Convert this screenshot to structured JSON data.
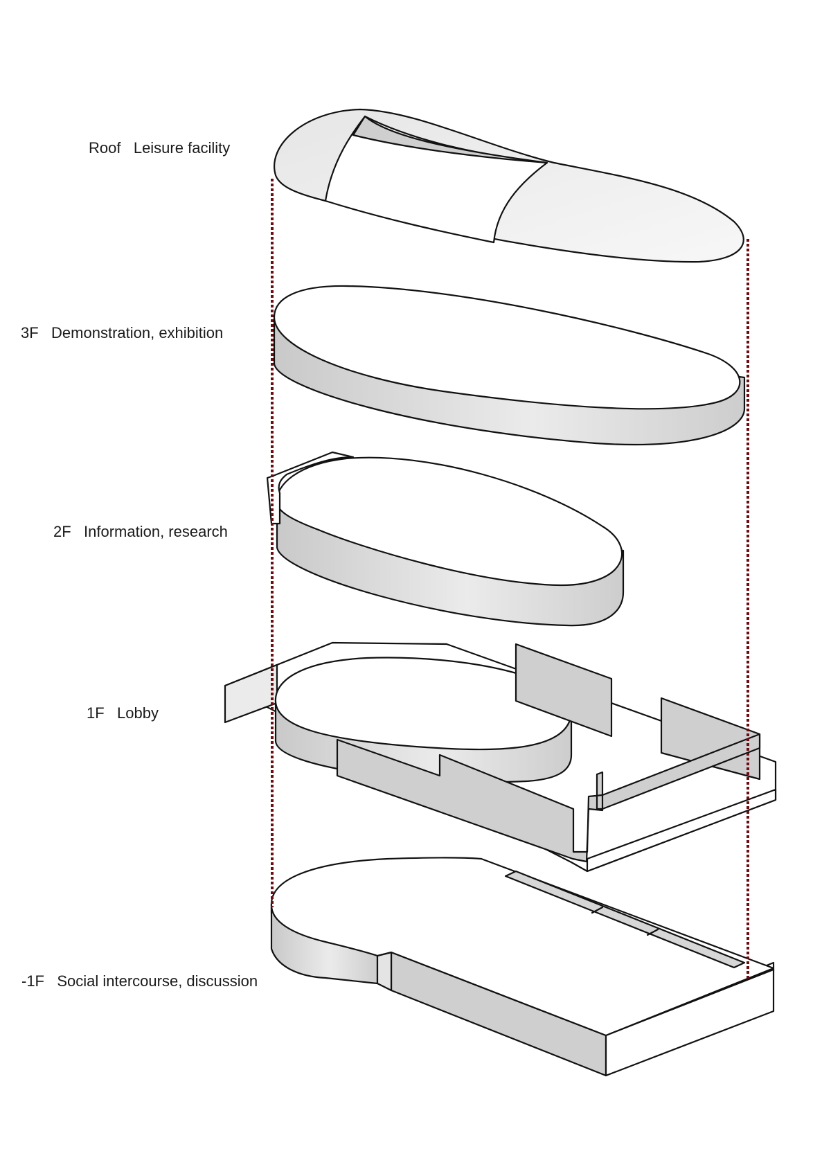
{
  "floors": [
    {
      "level": "Roof",
      "function": "Leisure facility"
    },
    {
      "level": "3F",
      "function": "Demonstration, exhibition"
    },
    {
      "level": "2F",
      "function": "Information, research"
    },
    {
      "level": "1F",
      "function": "Lobby"
    },
    {
      "level": "-1F",
      "function": "Social intercourse, discussion"
    }
  ],
  "colors": {
    "outline": "#111111",
    "side_face": "#d2d2d2",
    "alignment_line": "#6b0f12"
  }
}
